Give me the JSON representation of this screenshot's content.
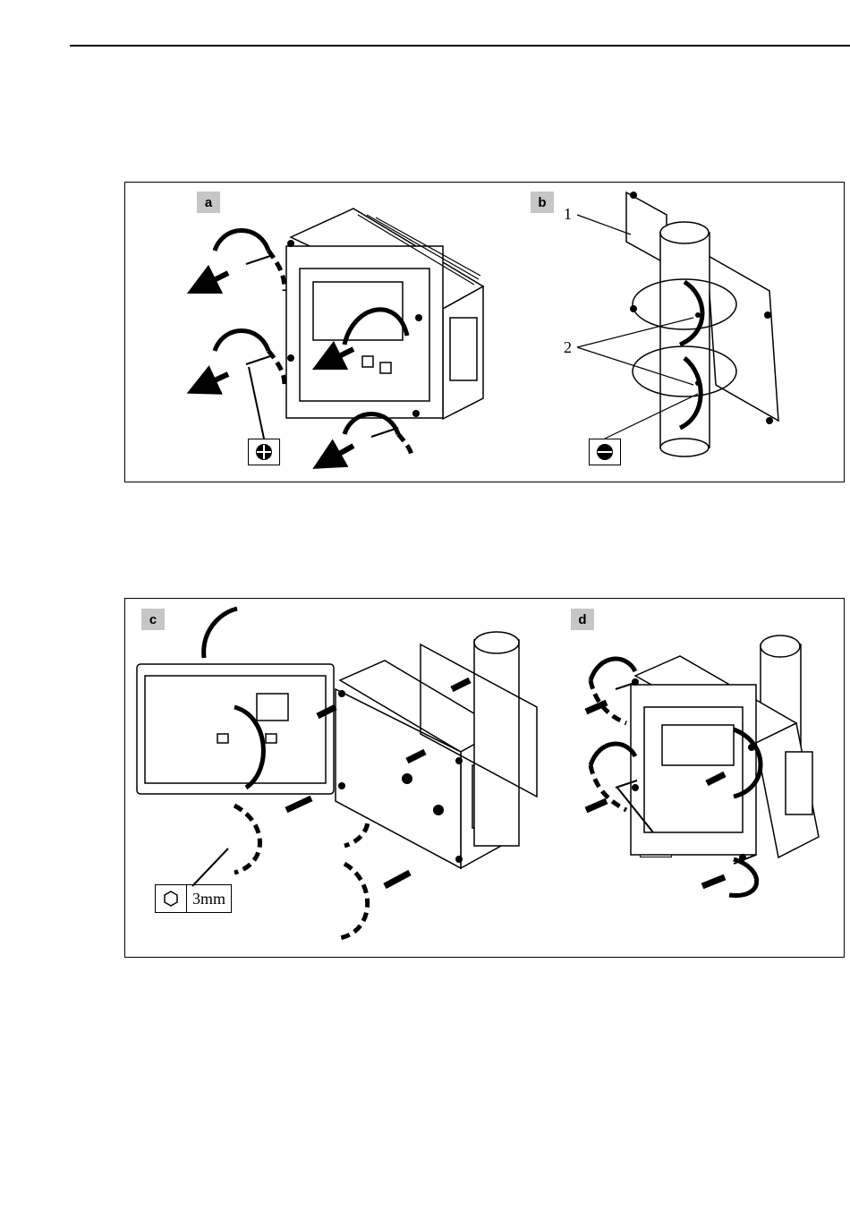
{
  "panels": {
    "a": {
      "label": "a"
    },
    "b": {
      "label": "b",
      "callouts": [
        "1",
        "2"
      ]
    },
    "c": {
      "label": "c",
      "tool_size": "3mm"
    },
    "d": {
      "label": "d"
    }
  },
  "tools": {
    "a": "phillips-screwdriver-icon",
    "b": "flat-screwdriver-icon",
    "c": "hex-key-icon",
    "d": "phillips-screwdriver-icon"
  }
}
